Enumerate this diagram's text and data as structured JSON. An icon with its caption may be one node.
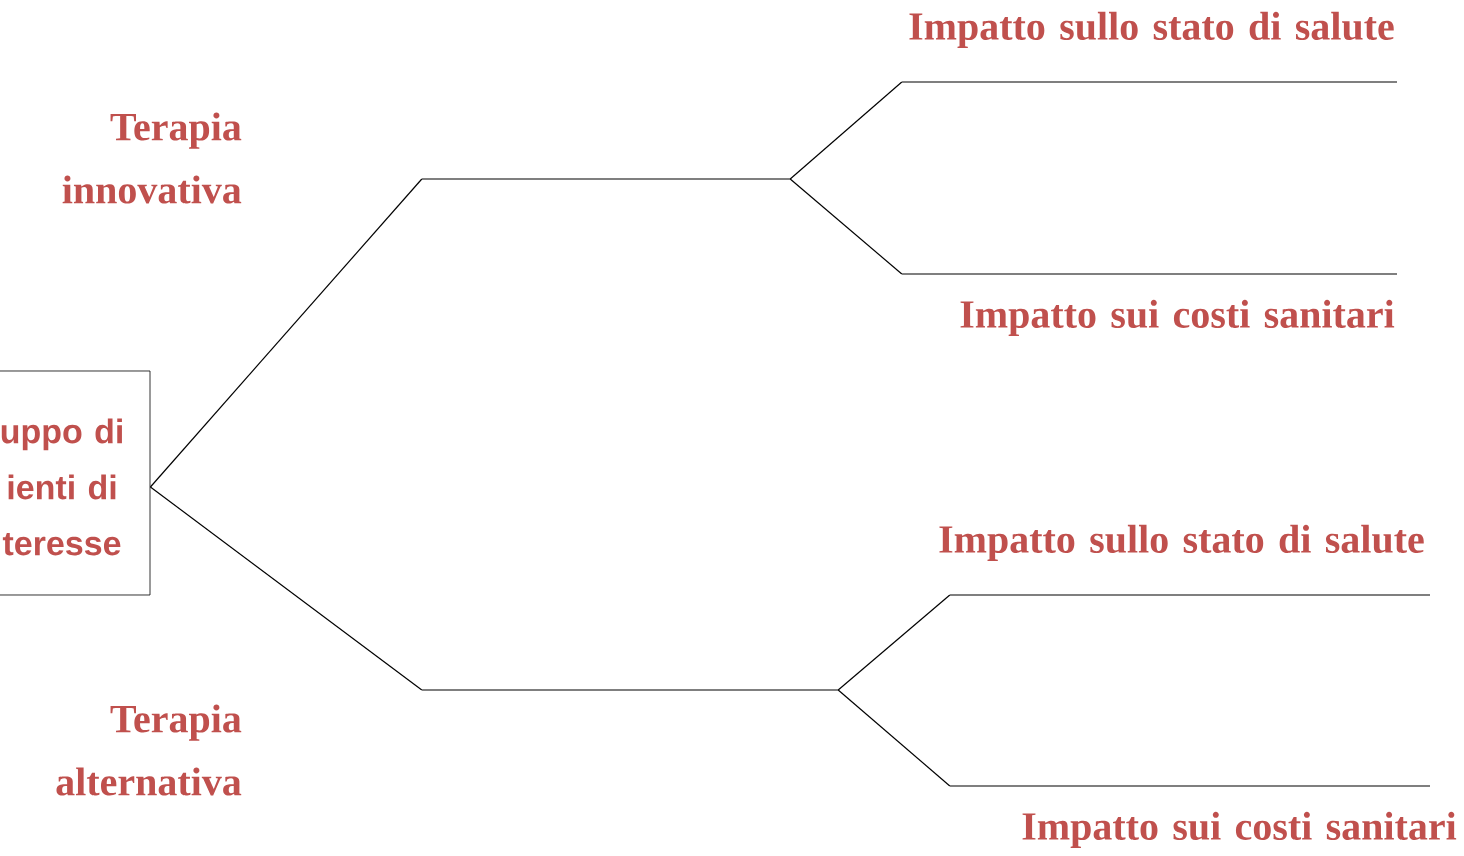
{
  "diagram": {
    "nodes": [
      {
        "text": [
          "uppo di ienti di teresse"
        ]
      },
      {
        "text": [],
        "shape": "bar"
      },
      {
        "text": [],
        "shape": "bar",
        "beside": [
          "Impatto sullo stato di salute"
        ]
      },
      {
        "text": [],
        "shape": "bar",
        "beside": [
          "Impatto sui costi sanitari"
        ]
      },
      {
        "text": [],
        "shape": "bar"
      },
      {
        "text": [],
        "shape": "bar",
        "beside": [
          "Impatto sullo stato di salute"
        ]
      },
      {
        "text": [],
        "shape": "bar",
        "beside": [
          "Impatto sui costi sanitari"
        ]
      }
    ],
    "edges": [
      {
        "from": 0,
        "to": 1,
        "arrow": "none"
      },
      {
        "from": 1,
        "to": 2,
        "arrow": "none"
      },
      {
        "from": 1,
        "to": 3,
        "arrow": "none"
      },
      {
        "from": 0,
        "to": 4,
        "arrow": "none"
      },
      {
        "from": 4,
        "to": 5,
        "arrow": "none"
      },
      {
        "from": 4,
        "to": 6,
        "arrow": "none"
      }
    ],
    "labels": [
      "Terapia innovativa",
      "Terapia alternativa"
    ]
  }
}
